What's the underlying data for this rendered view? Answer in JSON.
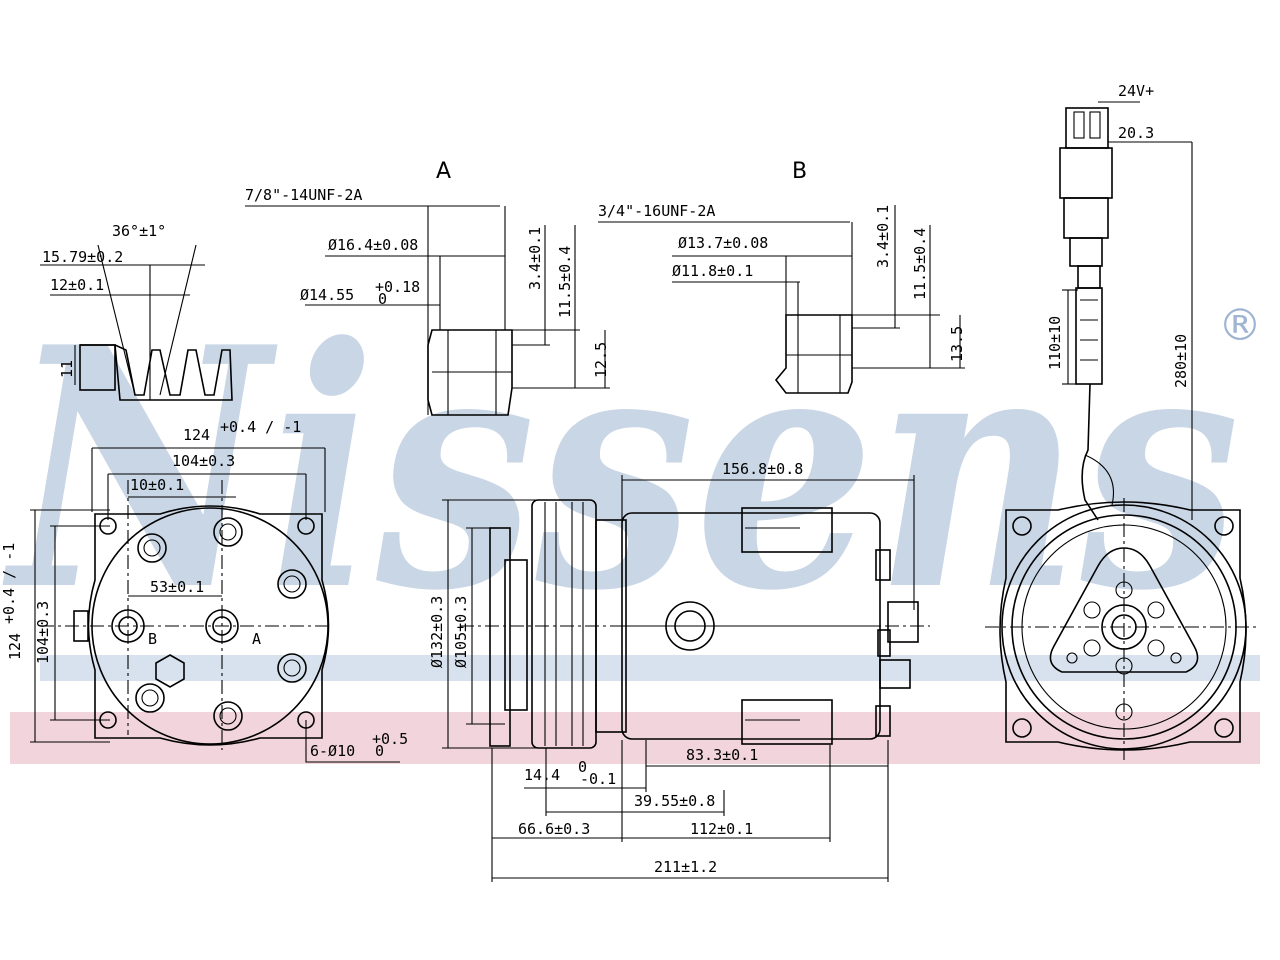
{
  "watermark": {
    "brand": "Nissens",
    "registered": "®",
    "colors": {
      "blue": "#7f9dc2",
      "red": "#e7b3bf"
    }
  },
  "section_labels": {
    "a": "A",
    "b": "B"
  },
  "groove_detail": {
    "angle": "36°±1°",
    "d_outer": "15.79±0.2",
    "d_inner": "12±0.1",
    "height": "11"
  },
  "fitting_a": {
    "thread": "7/8\"-14UNF-2A",
    "d1": "Ø16.4±0.08",
    "d2": "Ø14.55",
    "d2_tol_upper": "+0.18",
    "d2_tol_lower": "0",
    "h1": "3.4±0.1",
    "h2": "11.5±0.4",
    "h3": "12.5"
  },
  "fitting_b": {
    "thread": "3/4\"-16UNF-2A",
    "d1": "Ø13.7±0.08",
    "d2": "Ø11.8±0.1",
    "h1": "3.4±0.1",
    "h2": "11.5±0.4",
    "h3": "13.5"
  },
  "rear_view": {
    "width_total": "124",
    "width_total_tol": "+0.4 / -1",
    "width_holes": "104±0.3",
    "offset": "10±0.1",
    "port_spacing": "53±0.1",
    "height_total": "124",
    "height_total_tol": "+0.4 / -1",
    "height_holes": "104±0.3",
    "holes": "6-Ø10",
    "holes_tol_upper": "+0.5",
    "holes_tol_lower": "0",
    "port_a": "A",
    "port_b": "B"
  },
  "side_view": {
    "d_outer": "Ø132±0.3",
    "d_inner": "Ø105±0.3",
    "length_body": "156.8±0.8",
    "d_83": "83.3±0.1",
    "d_14": "14.4",
    "d_14_tol_upper": "0",
    "d_14_tol_lower": "-0.1",
    "d_39": "39.55±0.8",
    "d_66": "66.6±0.3",
    "d_112": "112±0.1",
    "length_total": "211±1.2"
  },
  "front_view": {
    "voltage": "24V+",
    "connector_width": "20.3",
    "cable_short": "110±10",
    "cable_long": "280±10"
  }
}
